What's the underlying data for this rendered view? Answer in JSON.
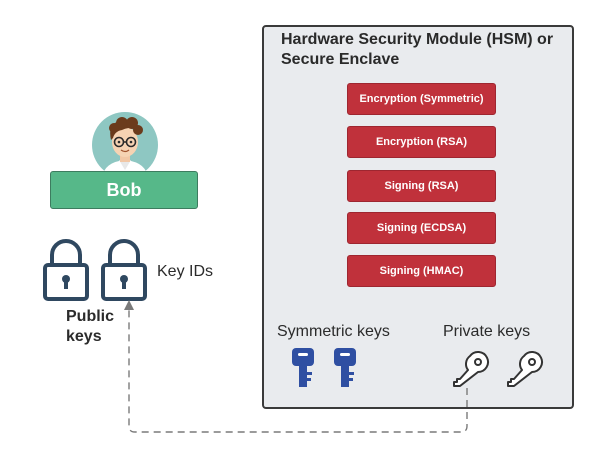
{
  "hsm": {
    "title": "Hardware Security Module (HSM) or Secure Enclave",
    "operations": [
      "Encryption (Symmetric)",
      "Encryption (RSA)",
      "Signing (RSA)",
      "Signing (ECDSA)",
      "Signing (HMAC)"
    ],
    "symmetric_keys_label": "Symmetric keys",
    "private_keys_label": "Private keys"
  },
  "user": {
    "name": "Bob",
    "public_keys_line1": "Public",
    "public_keys_line2": "keys",
    "key_ids_label": "Key IDs"
  },
  "colors": {
    "operation_fill": "#c0313b",
    "user_label_fill": "#56b889",
    "symmetric_key": "#2f4fa2",
    "private_key": "#ffffff",
    "lock": "#2f4860",
    "hsm_background": "#e9ebee"
  },
  "icons": {
    "avatar": "person-avatar-icon",
    "lock": "padlock-icon",
    "symmetric_key": "key-icon",
    "private_key": "key-outline-icon"
  }
}
